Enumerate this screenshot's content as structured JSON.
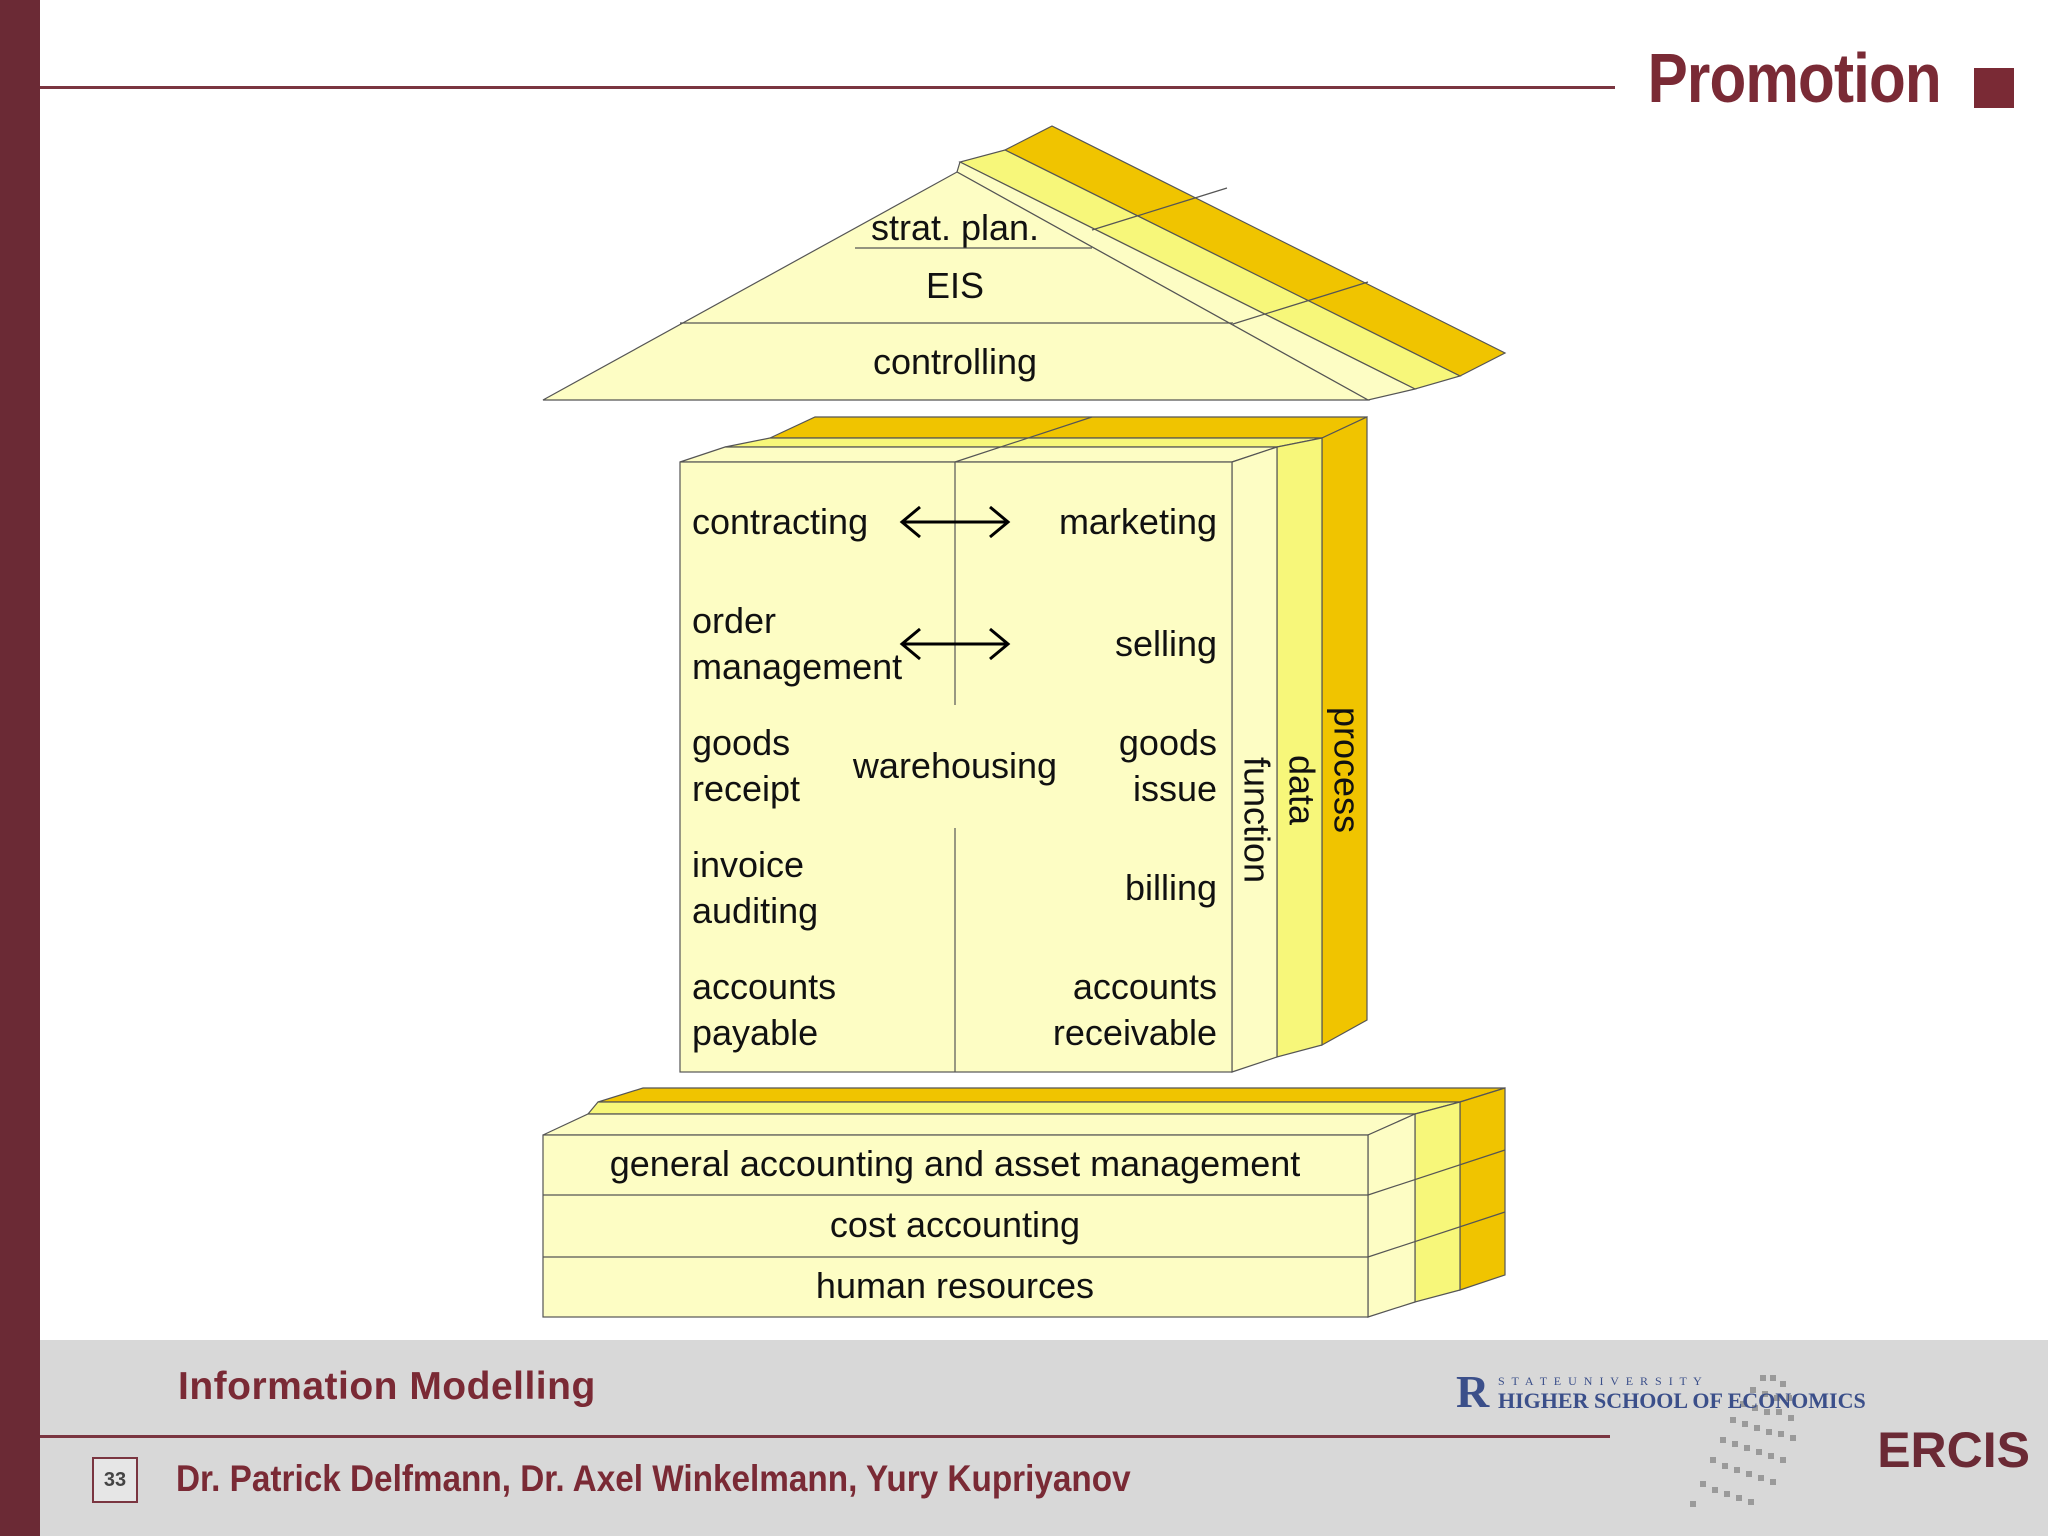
{
  "slide": {
    "title": "Promotion",
    "page_number": "33",
    "course": "Information Modelling",
    "authors": "Dr. Patrick Delfmann, Dr. Axel Winkelmann, Yury Kupriyanov"
  },
  "logos": {
    "hse_line1": "S T A T E   U N I V E R S I T Y",
    "hse_line2": "HIGHER SCHOOL OF ECONOMICS",
    "ercis": "ERCIS"
  },
  "colors": {
    "brand": "#7a2a35",
    "pale_yellow": "#fdfdc4",
    "light_yellow": "#f7f77a",
    "gold": "#f0c400"
  },
  "diagram": {
    "roof": [
      "strat. plan.",
      "EIS",
      "controlling"
    ],
    "main": {
      "contracting": "contracting",
      "marketing": "marketing",
      "order_line1": "order",
      "order_line2": "management",
      "selling": "selling",
      "goods_receipt_line1": "goods",
      "goods_receipt_line2": "receipt",
      "warehousing": "warehousing",
      "goods_issue_line1": "goods",
      "goods_issue_line2": "issue",
      "invoice_line1": "invoice",
      "invoice_line2": "auditing",
      "billing": "billing",
      "payable_line1": "accounts",
      "payable_line2": "payable",
      "receivable_line1": "accounts",
      "receivable_line2": "receivable"
    },
    "views": [
      "function",
      "data",
      "process"
    ],
    "base": [
      "general accounting and asset management",
      "cost accounting",
      "human resources"
    ]
  }
}
